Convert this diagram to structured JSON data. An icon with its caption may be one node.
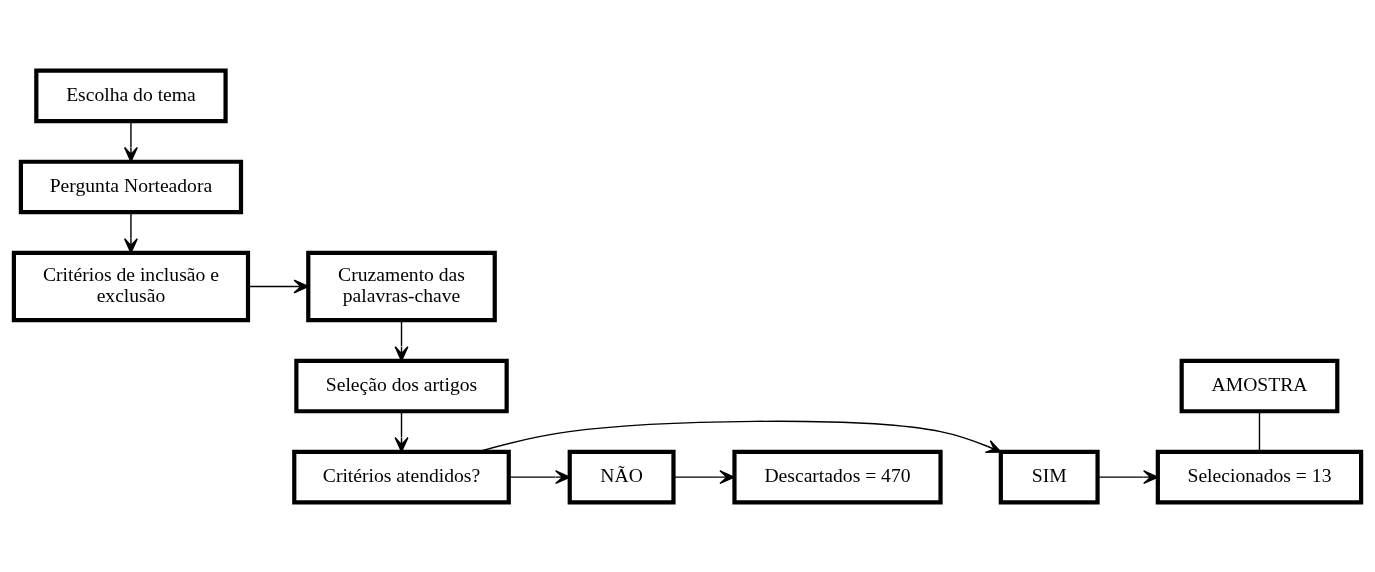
{
  "diagram": {
    "nodes": [
      {
        "text": [
          "Escolha do tema"
        ]
      },
      {
        "text": [
          "Pergunta Norteadora"
        ]
      },
      {
        "text": [
          "Critérios de inclusão e exclusão"
        ]
      },
      {
        "text": [
          "Cruzamento das palavras-chave"
        ]
      },
      {
        "text": [
          "AMOSTRA"
        ]
      },
      {
        "text": [
          "Seleção dos artigos"
        ]
      },
      {
        "text": [
          "Selecionados = 13"
        ]
      },
      {
        "text": [
          "SIM"
        ]
      },
      {
        "text": [
          "Critérios atendidos?"
        ]
      },
      {
        "text": [
          "NÃO"
        ]
      },
      {
        "text": [
          "Descartados = 470"
        ]
      }
    ],
    "edges": [
      {
        "from": 0,
        "to": 1,
        "arrow": "to"
      },
      {
        "from": 1,
        "to": 2,
        "arrow": "to"
      },
      {
        "from": 2,
        "to": 3,
        "arrow": "to"
      },
      {
        "from": 3,
        "to": 5,
        "arrow": "to"
      },
      {
        "from": 5,
        "to": 8,
        "arrow": "to"
      },
      {
        "from": 8,
        "to": 7,
        "arrow": "to"
      },
      {
        "from": 7,
        "to": 6,
        "arrow": "to"
      },
      {
        "from": 8,
        "to": 9,
        "arrow": "to"
      },
      {
        "from": 9,
        "to": 10,
        "arrow": "to"
      },
      {
        "from": 4,
        "to": 6,
        "arrow": "none"
      }
    ]
  }
}
